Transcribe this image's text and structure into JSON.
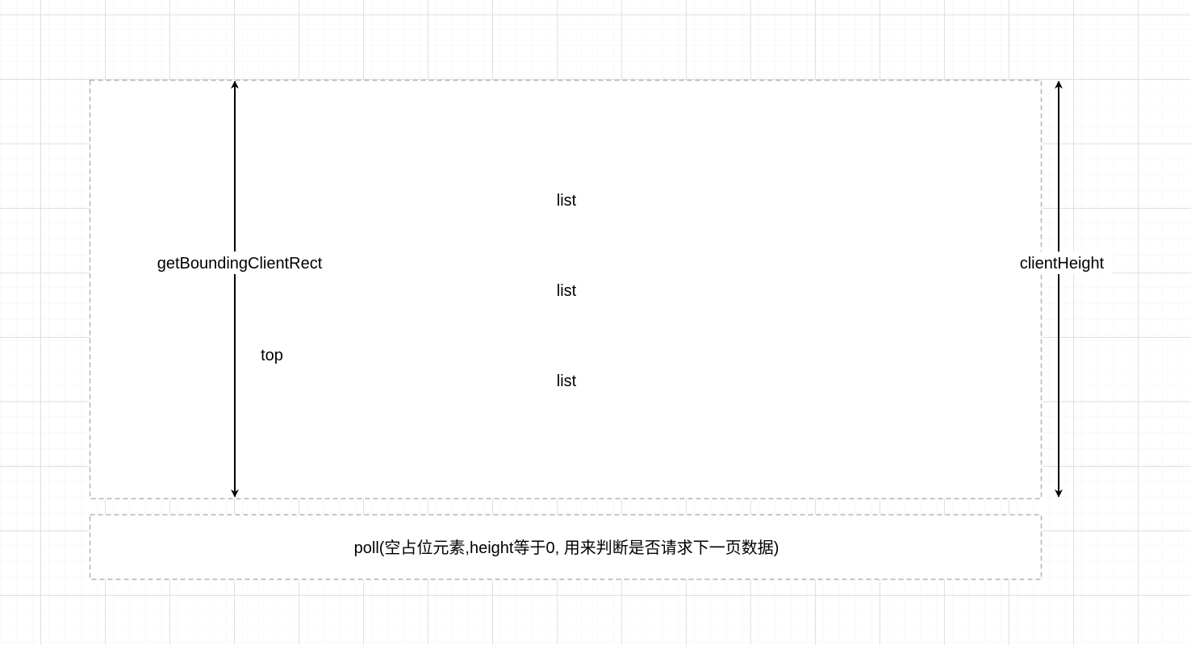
{
  "diagram": {
    "list_items": [
      "list",
      "list",
      "list"
    ],
    "left_arrow_label": "getBoundingClientRect",
    "top_label": "top",
    "right_arrow_label": "clientHeight",
    "poll_label": "poll(空占位元素,height等于0, 用来判断是否请求下一页数据)"
  },
  "colors": {
    "grid_minor": "#f3f3f3",
    "grid_major": "#e0e0e0",
    "dashed_border": "#b3b3b3",
    "arrow": "#000000"
  }
}
